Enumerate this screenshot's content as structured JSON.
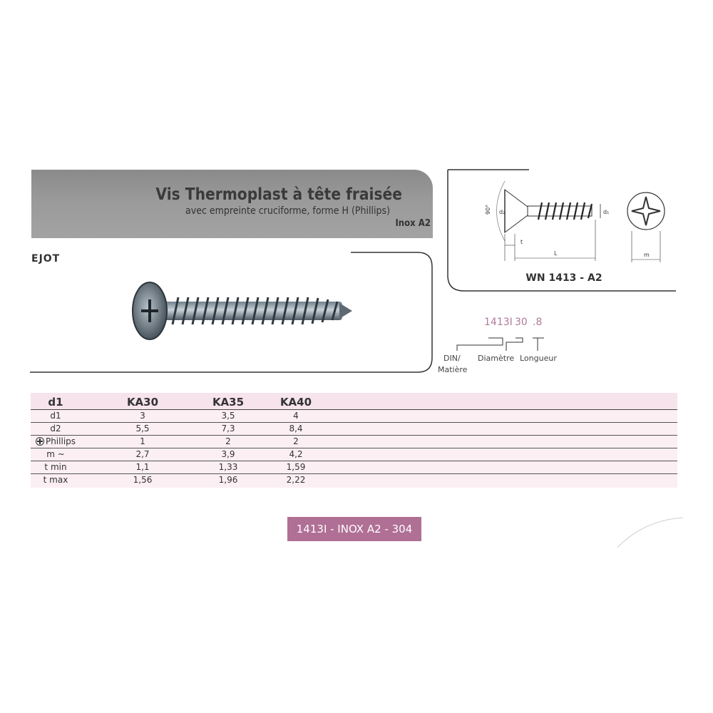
{
  "header": {
    "title": "Vis Thermoplast à tête fraisée",
    "subtitle": "avec empreinte cruciforme, forme H (Phillips)",
    "material": "Inox A2"
  },
  "brand": "EJOT",
  "diagram": {
    "caption": "WN 1413 - A2",
    "labels": {
      "angle": "90°",
      "d2": "d₂",
      "d1": "d₁",
      "t": "t",
      "L": "L",
      "m": "m"
    }
  },
  "code": {
    "part1": "1413I",
    "part2": "30",
    "part3": ".8",
    "label_din": "DIN/",
    "label_matiere": "Matière",
    "label_diametre": "Diamètre",
    "label_longueur": "Longueur"
  },
  "table": {
    "columns": [
      "d1",
      "KA30",
      "KA35",
      "KA40"
    ],
    "rows": [
      {
        "label": "d1",
        "values": [
          "3",
          "3,5",
          "4"
        ]
      },
      {
        "label": "d2",
        "values": [
          "5,5",
          "7,3",
          "8,4"
        ]
      },
      {
        "label": "Phillips",
        "values": [
          "1",
          "2",
          "2"
        ]
      },
      {
        "label": "m ~",
        "values": [
          "2,7",
          "3,9",
          "4,2"
        ]
      },
      {
        "label": "t min",
        "values": [
          "1,1",
          "1,33",
          "1,59"
        ]
      },
      {
        "label": "t max",
        "values": [
          "1,56",
          "1,96",
          "2,22"
        ]
      }
    ]
  },
  "footer": {
    "badge": "1413I - INOX A2 - 304"
  },
  "colors": {
    "accent": "#b06f95",
    "banner": "#9a9a9a",
    "table_bg": "#fbeff4"
  }
}
